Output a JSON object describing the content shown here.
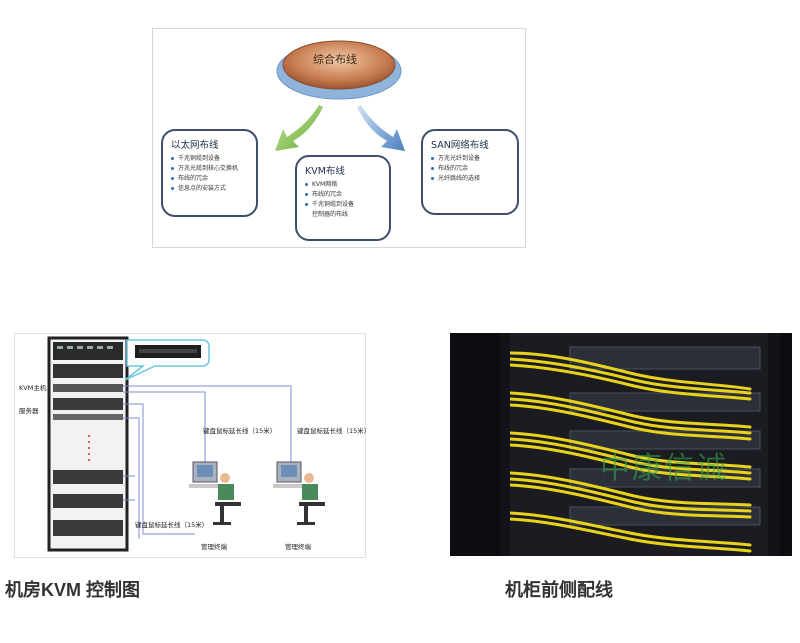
{
  "top_diagram": {
    "center": "综合布线",
    "left_box": {
      "title": "以太网布线",
      "items": [
        "千兆铜缆到设备",
        "万兆光缆到核心交换机",
        "布线的冗余",
        "信息点的安装方式"
      ]
    },
    "middle_box": {
      "title": "KVM布线",
      "items": [
        "KVM网络",
        "布线的冗余",
        "千兆铜缆到设备",
        "控制器的布线"
      ]
    },
    "right_box": {
      "title": "SAN网络布线",
      "items": [
        "万兆光纤到设备",
        "布线的冗余",
        "光纤跳线的选择"
      ]
    }
  },
  "kvm_diagram": {
    "labels": {
      "kvm_host": "KVM主机",
      "server": "服务器",
      "ext_cable_a": "键盘鼠标延长线（15米）",
      "ext_cable_b": "键盘鼠标延长线（15米）",
      "ext_cable_c": "键盘鼠标延长线（15米）",
      "terminal_a": "管理终端",
      "terminal_b": "管理终端"
    }
  },
  "photo": {
    "watermark": "中康信诚"
  },
  "captions": {
    "left": "机房KVM 控制图",
    "right": "机柜前侧配线"
  },
  "colors": {
    "box_border": "#3b4f6b",
    "oval_orange": "#c67a4e",
    "oval_ring": "#8fb4db",
    "arrow_green": "#7cbf3a",
    "arrow_blue": "#5f93cf",
    "cable_yellow": "#e8d21a"
  }
}
